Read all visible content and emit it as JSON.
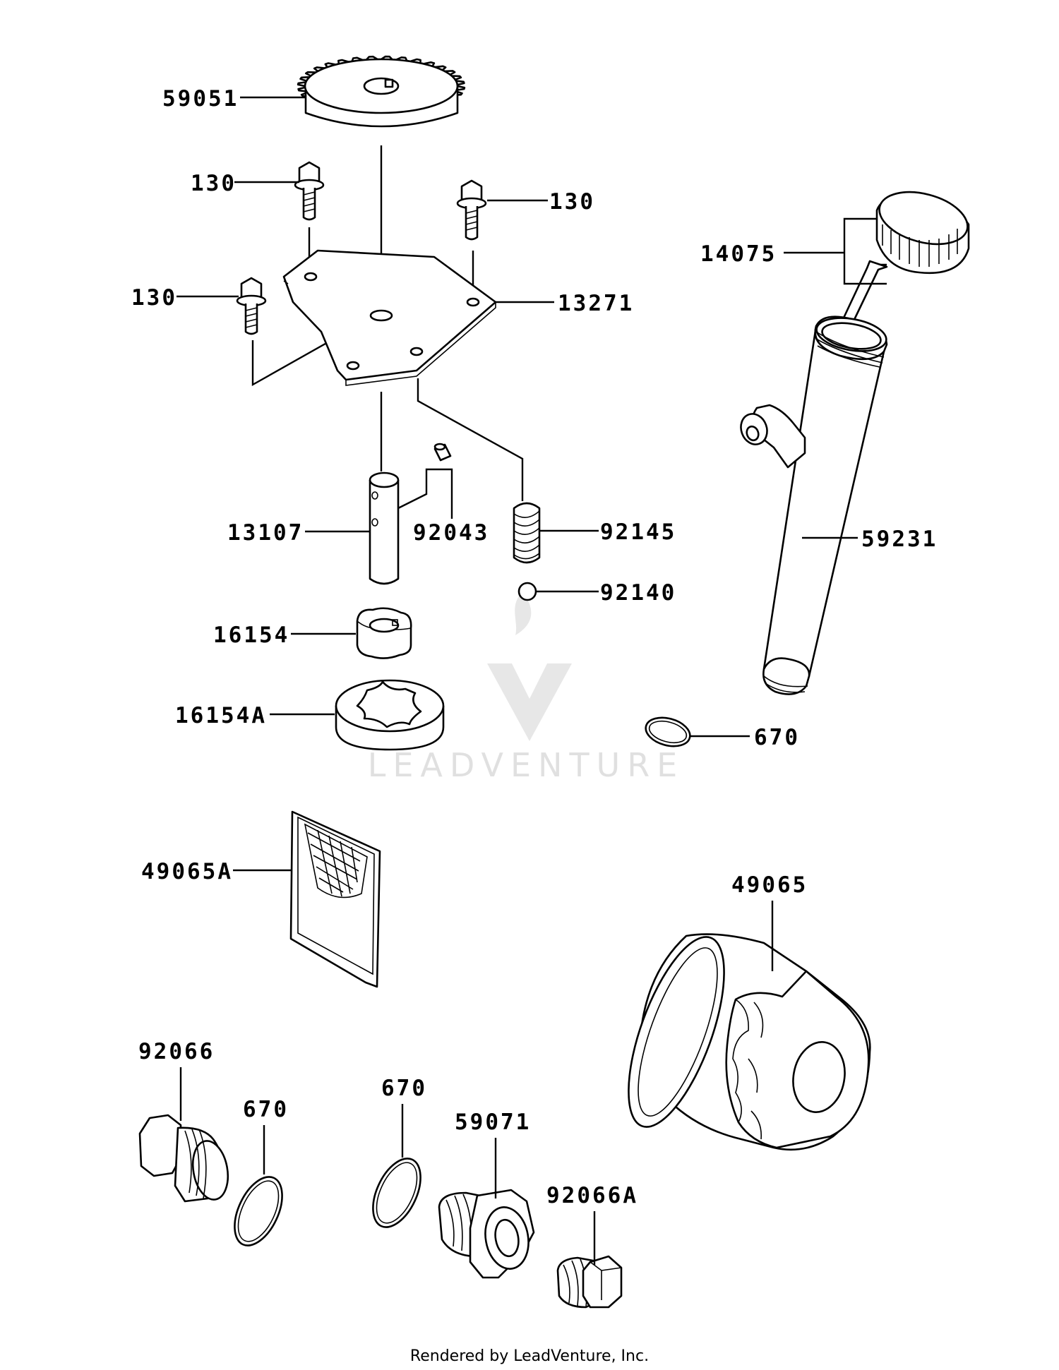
{
  "labels": {
    "p59051": "59051",
    "p130a": "130",
    "p130b": "130",
    "p130c": "130",
    "p13271": "13271",
    "p14075": "14075",
    "p13107": "13107",
    "p92043": "92043",
    "p92145": "92145",
    "p92140": "92140",
    "p59231": "59231",
    "p16154": "16154",
    "p16154A": "16154A",
    "p670a": "670",
    "p49065A": "49065A",
    "p49065": "49065",
    "p92066": "92066",
    "p670b": "670",
    "p670c": "670",
    "p59071": "59071",
    "p92066A": "92066A"
  },
  "watermark": "LEADVENTURE",
  "footer": "Rendered by LeadVenture, Inc.",
  "colors": {
    "ink": "#000000",
    "watermark": "#c8c8c8",
    "background": "#ffffff"
  }
}
